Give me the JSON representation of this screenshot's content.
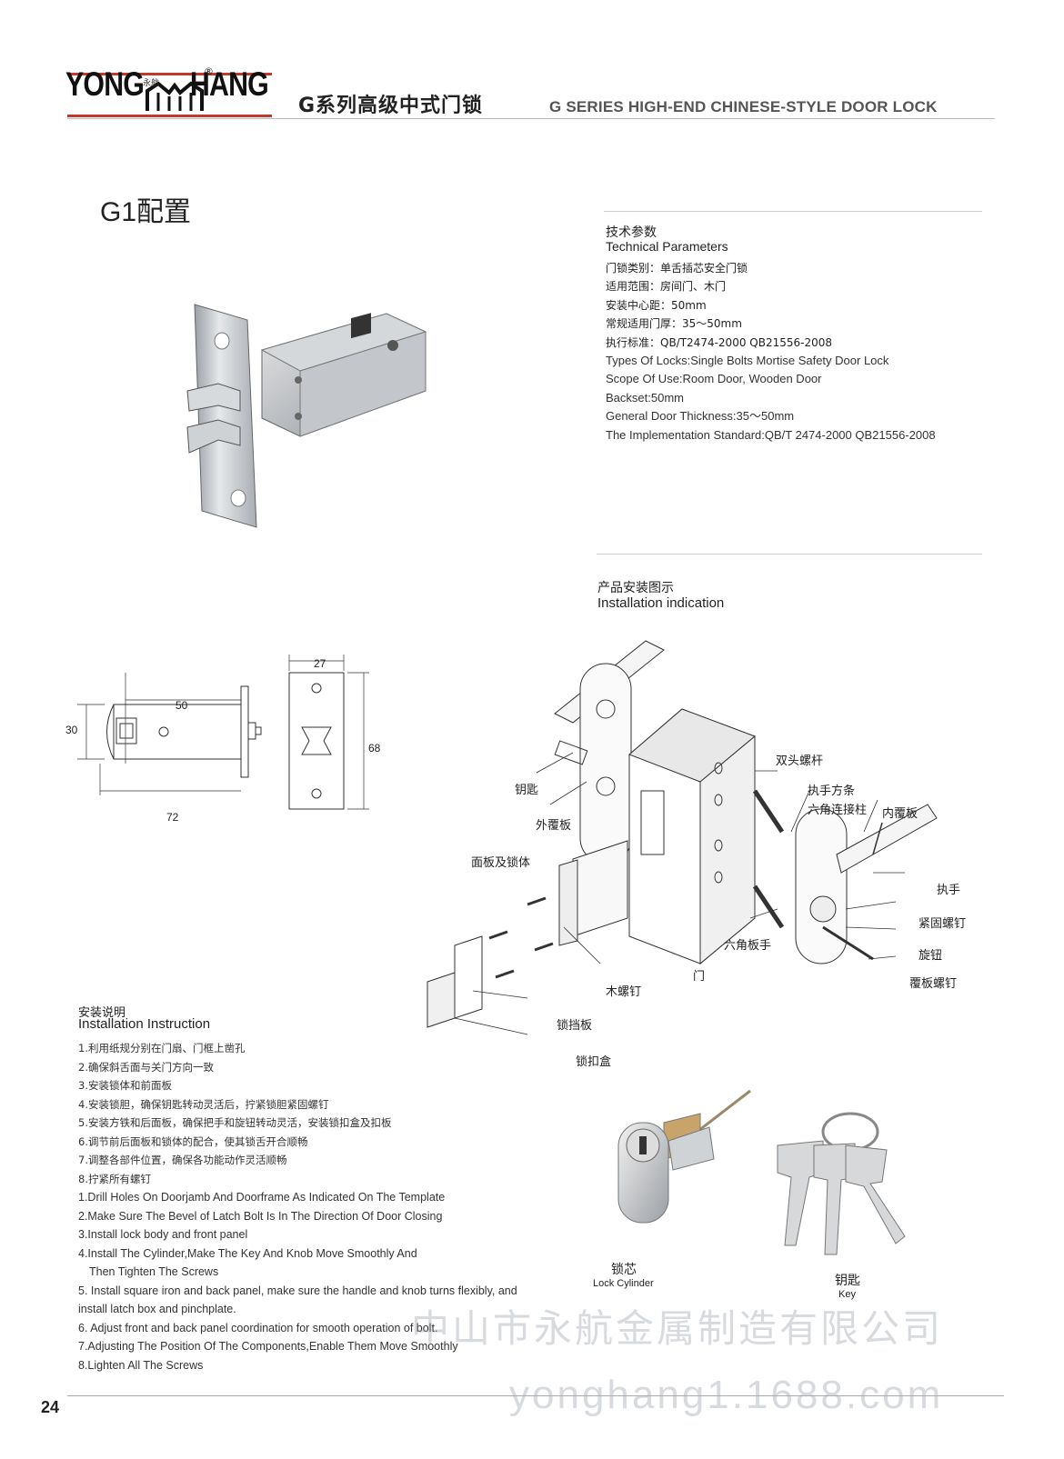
{
  "header": {
    "brand_left": "YONG",
    "brand_right": "HANG",
    "brand_small": "永航",
    "brand_reg": "®",
    "series_cn": "G系列高级中式门锁",
    "series_en": "G SERIES HIGH-END CHINESE-STYLE DOOR LOCK"
  },
  "title": "G1配置",
  "tech": {
    "heading_cn": "技术参数",
    "heading_en": "Technical Parameters",
    "items_cn": [
      "门锁类别：单舌插芯安全门锁",
      "适用范围：房间门、木门",
      "安装中心距：50mm",
      "常规适用门厚：35～50mm",
      "执行标准：QB/T2474-2000 QB21556-2008"
    ],
    "items_en": [
      "Types Of Locks:Single Bolts Mortise Safety Door Lock",
      "Scope Of Use:Room Door, Wooden Door",
      "Backset:50mm",
      "General Door Thickness:35～50mm",
      "The Implementation Standard:QB/T 2474-2000 QB21556-2008"
    ]
  },
  "installation": {
    "heading_cn": "产品安装图示",
    "heading_en": "Installation indication",
    "labels": {
      "key": "钥匙",
      "outer_cover": "外覆板",
      "panel_body": "面板及锁体",
      "wood_screw": "木螺钉",
      "latch_plate": "锁挡板",
      "latch_box": "锁扣盒",
      "door": "门",
      "stud": "双头螺杆",
      "square_bar": "执手方条",
      "hex_post": "六角连接柱",
      "inner_cover": "内覆板",
      "handle": "执手",
      "set_screw": "紧固螺钉",
      "knob": "旋钮",
      "cover_screw": "覆板螺钉",
      "hex_wrench": "六角板手"
    }
  },
  "dimensions": {
    "d50": "50",
    "d30": "30",
    "d72": "72",
    "d27": "27",
    "d68": "68"
  },
  "instructions": {
    "heading_cn": "安装说明",
    "heading_en": "Installation Instruction",
    "steps_cn": [
      "1.利用纸规分别在门扇、门框上凿孔",
      "2.确保斜舌面与关门方向一致",
      "3.安装锁体和前面板",
      "4.安装锁胆，确保钥匙转动灵活后，拧紧锁胆紧固螺钉",
      "5.安装方铁和后面板，确保把手和旋钮转动灵活，安装锁扣盒及扣板",
      "6.调节前后面板和锁体的配合，使其锁舌开合顺畅",
      "7.调整各部件位置，确保各功能动作灵活顺畅",
      "8.拧紧所有螺钉"
    ],
    "steps_en": [
      "1.Drill Holes On Doorjamb And Doorframe As Indicated On The Template",
      "2.Make Sure The Bevel of Latch Bolt Is In The Direction Of Door Closing",
      "3.Install lock body and front panel",
      "4.Install The Cylinder,Make The Key And Knob Move Smoothly And",
      "   Then Tighten The Screws",
      "5. Install square iron and back panel, make sure the handle and knob turns flexibly, and",
      "install latch box and pinchplate.",
      "6. Adjust front and back panel coordination for smooth operation of bolt.",
      "7.Adjusting The Position Of The Components,Enable Them Move Smoothly",
      "8.Lighten All The Screws"
    ]
  },
  "parts": {
    "cylinder_cn": "锁芯",
    "cylinder_en": "Lock Cylinder",
    "key_cn": "钥匙",
    "key_en": "Key"
  },
  "footer": {
    "page": "24",
    "watermark_cn": "中山市永航金属制造有限公司",
    "watermark_url": "yonghang1.1688.com"
  }
}
